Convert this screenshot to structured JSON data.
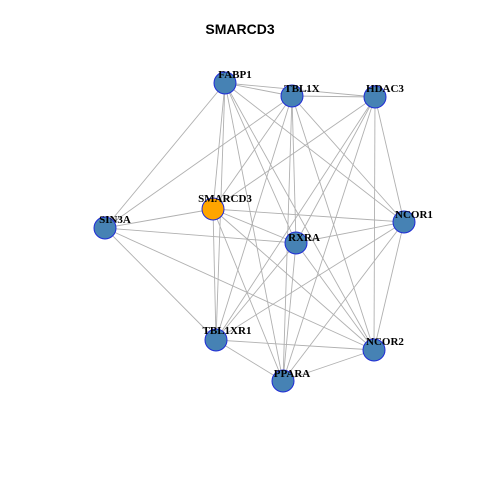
{
  "title": "SMARCD3",
  "colors": {
    "node_default": "#4682b4",
    "node_focus": "#ffa500",
    "node_border": "#1f2bd6",
    "edge": "#b0b0b0"
  },
  "nodes": [
    {
      "id": "FABP1",
      "label": "FABP1",
      "focus": false
    },
    {
      "id": "TBL1X",
      "label": "TBL1X",
      "focus": false
    },
    {
      "id": "HDAC3",
      "label": "HDAC3",
      "focus": false
    },
    {
      "id": "SMARCD3",
      "label": "SMARCD3",
      "focus": true
    },
    {
      "id": "SIN3A",
      "label": "SIN3A",
      "focus": false
    },
    {
      "id": "NCOR1",
      "label": "NCOR1",
      "focus": false
    },
    {
      "id": "RXRA",
      "label": "RXRA",
      "focus": false
    },
    {
      "id": "TBL1XR1",
      "label": "TBL1XR1",
      "focus": false
    },
    {
      "id": "NCOR2",
      "label": "NCOR2",
      "focus": false
    },
    {
      "id": "PPARA",
      "label": "PPARA",
      "focus": false
    }
  ],
  "edges": [
    [
      "FABP1",
      "TBL1X"
    ],
    [
      "FABP1",
      "HDAC3"
    ],
    [
      "FABP1",
      "SMARCD3"
    ],
    [
      "FABP1",
      "SIN3A"
    ],
    [
      "FABP1",
      "RXRA"
    ],
    [
      "FABP1",
      "TBL1XR1"
    ],
    [
      "FABP1",
      "NCOR1"
    ],
    [
      "FABP1",
      "NCOR2"
    ],
    [
      "FABP1",
      "PPARA"
    ],
    [
      "TBL1X",
      "HDAC3"
    ],
    [
      "TBL1X",
      "SMARCD3"
    ],
    [
      "TBL1X",
      "SIN3A"
    ],
    [
      "TBL1X",
      "RXRA"
    ],
    [
      "TBL1X",
      "NCOR1"
    ],
    [
      "TBL1X",
      "TBL1XR1"
    ],
    [
      "TBL1X",
      "NCOR2"
    ],
    [
      "TBL1X",
      "PPARA"
    ],
    [
      "HDAC3",
      "SMARCD3"
    ],
    [
      "HDAC3",
      "RXRA"
    ],
    [
      "HDAC3",
      "NCOR1"
    ],
    [
      "HDAC3",
      "TBL1XR1"
    ],
    [
      "HDAC3",
      "NCOR2"
    ],
    [
      "HDAC3",
      "PPARA"
    ],
    [
      "SMARCD3",
      "SIN3A"
    ],
    [
      "SMARCD3",
      "RXRA"
    ],
    [
      "SMARCD3",
      "NCOR1"
    ],
    [
      "SMARCD3",
      "TBL1XR1"
    ],
    [
      "SMARCD3",
      "NCOR2"
    ],
    [
      "SMARCD3",
      "PPARA"
    ],
    [
      "SIN3A",
      "RXRA"
    ],
    [
      "SIN3A",
      "TBL1XR1"
    ],
    [
      "SIN3A",
      "NCOR2"
    ],
    [
      "RXRA",
      "NCOR1"
    ],
    [
      "RXRA",
      "TBL1XR1"
    ],
    [
      "RXRA",
      "NCOR2"
    ],
    [
      "RXRA",
      "PPARA"
    ],
    [
      "NCOR1",
      "TBL1XR1"
    ],
    [
      "NCOR1",
      "NCOR2"
    ],
    [
      "NCOR1",
      "PPARA"
    ],
    [
      "TBL1XR1",
      "NCOR2"
    ],
    [
      "TBL1XR1",
      "PPARA"
    ],
    [
      "NCOR2",
      "PPARA"
    ]
  ]
}
